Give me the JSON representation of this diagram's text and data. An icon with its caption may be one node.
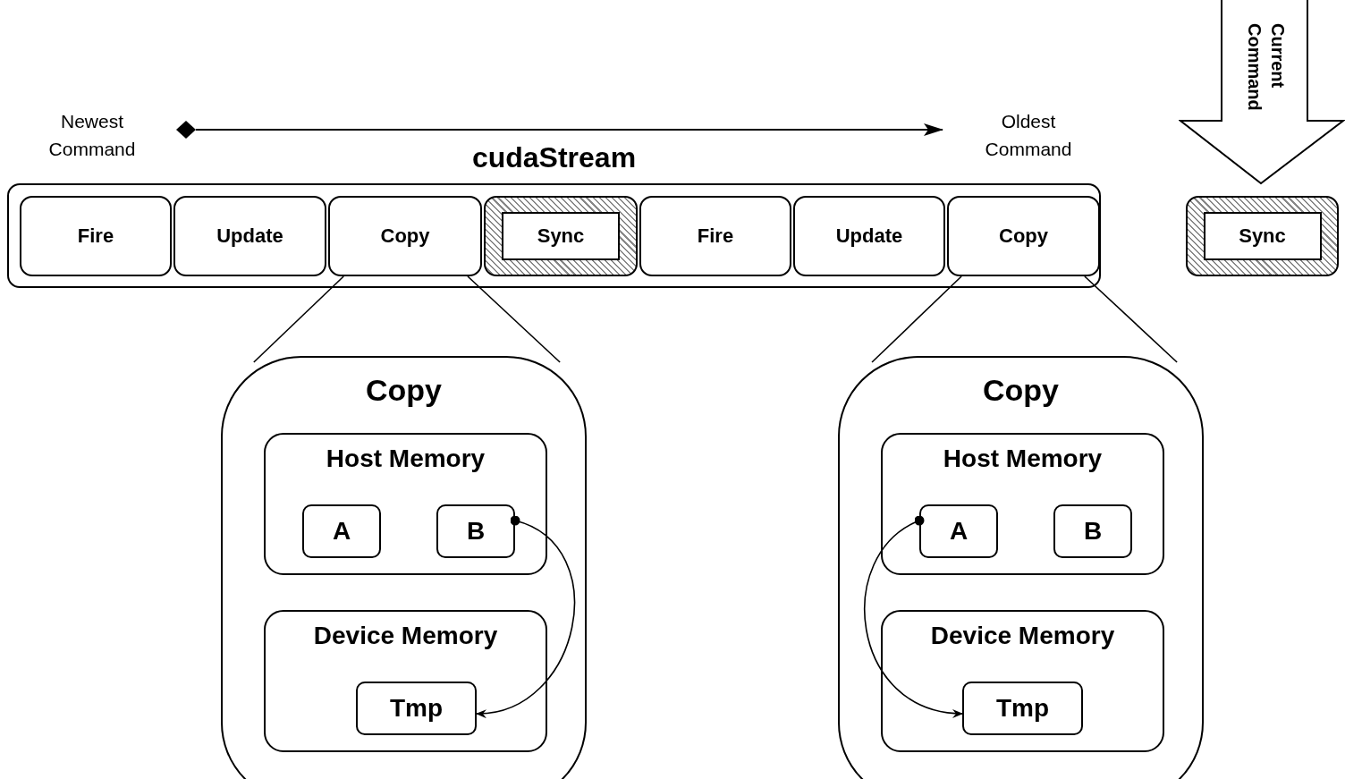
{
  "diagram": {
    "nodes": [
      {
        "text": [
          "cudaStream"
        ]
      },
      {
        "text": [
          "Fire"
        ],
        "in": 0
      },
      {
        "text": [
          "Update"
        ],
        "in": 0
      },
      {
        "text": [
          "Copy"
        ],
        "in": 0
      },
      {
        "text": [
          "Sync"
        ],
        "in": 0
      },
      {
        "text": [
          "Fire"
        ],
        "in": 0
      },
      {
        "text": [
          "Update"
        ],
        "in": 0
      },
      {
        "text": [
          "Copy"
        ],
        "in": 0
      },
      {
        "text": [
          "Current Command"
        ]
      },
      {
        "text": [
          "Sync"
        ]
      },
      {
        "text": [
          "Copy"
        ]
      },
      {
        "text": [
          "Host Memory"
        ],
        "in": 10
      },
      {
        "text": [
          "A"
        ],
        "in": 11
      },
      {
        "text": [
          "B"
        ],
        "in": 11
      },
      {
        "text": [
          "Device Memory"
        ],
        "in": 10
      },
      {
        "text": [
          "Tmp"
        ],
        "in": 14
      },
      {
        "text": [
          "Copy"
        ]
      },
      {
        "text": [
          "Host Memory"
        ],
        "in": 16
      },
      {
        "text": [
          "A"
        ],
        "in": 17
      },
      {
        "text": [
          "B"
        ],
        "in": 17
      },
      {
        "text": [
          "Device Memory"
        ],
        "in": 16
      },
      {
        "text": [
          "Tmp"
        ],
        "in": 20
      }
    ],
    "edges": [
      {
        "from": 3,
        "to": 10,
        "arrow": "none"
      },
      {
        "from": 3,
        "to": 10,
        "arrow": "none"
      },
      {
        "from": 7,
        "to": 16,
        "arrow": "none"
      },
      {
        "from": 7,
        "to": 16,
        "arrow": "none"
      },
      {
        "from": 13,
        "to": 15,
        "arrow": "to"
      },
      {
        "from": 18,
        "to": 21,
        "arrow": "to"
      }
    ],
    "labels": [
      "Newest Command",
      "Oldest Command"
    ]
  }
}
